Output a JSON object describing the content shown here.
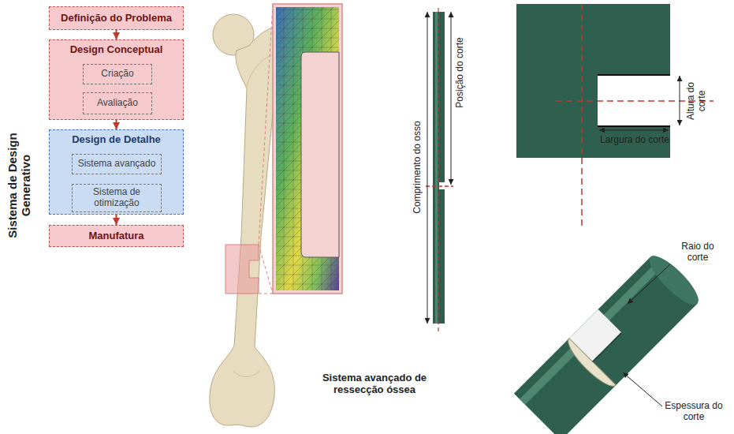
{
  "diagram": {
    "nodes": [
      {
        "text": [
          "Definição do Problema"
        ]
      },
      {
        "text": [
          "Design Conceptual"
        ]
      },
      {
        "text": [
          "Criação"
        ],
        "in": 1
      },
      {
        "text": [
          "Avaliação"
        ],
        "in": 1
      },
      {
        "text": [
          "Design de Detalhe"
        ]
      },
      {
        "text": [
          "Sistema avançado"
        ],
        "in": 4
      },
      {
        "text": [
          "Sistema de otimização"
        ],
        "in": 4
      },
      {
        "text": [
          "Manufatura"
        ]
      }
    ],
    "edges": [
      {
        "from": 0,
        "to": 1,
        "arrow": "to"
      },
      {
        "from": 2,
        "to": 3,
        "arrow": "to"
      },
      {
        "from": 3,
        "to": 2,
        "arrow": "to"
      },
      {
        "from": 1,
        "to": 4,
        "arrow": "to"
      },
      {
        "from": 5,
        "to": 6,
        "arrow": "to"
      },
      {
        "from": 6,
        "to": 5,
        "arrow": "to"
      },
      {
        "from": 4,
        "to": 7,
        "arrow": "to"
      }
    ],
    "labels": [
      "Sistema de Design Generativo",
      "Comprimento do osso",
      "Posição do corte",
      "Sistema avançado de ressecção óssea",
      "Altura do corte",
      "Largura do corte",
      "Raio do corte",
      "Espessura do corte"
    ]
  }
}
